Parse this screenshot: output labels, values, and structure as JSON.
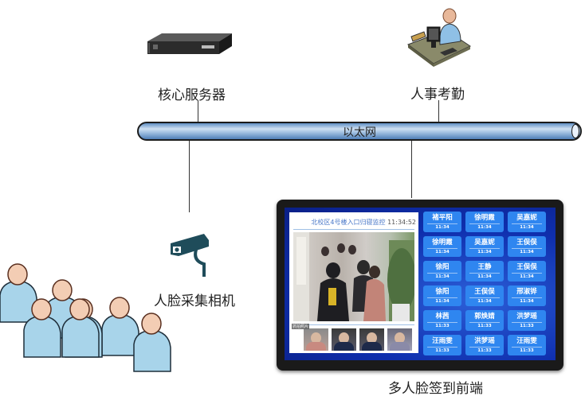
{
  "diagram": {
    "nodes": {
      "server": {
        "label": "核心服务器",
        "icon": "rack-server-icon"
      },
      "hr": {
        "label": "人事考勤",
        "icon": "office-worker-icon"
      },
      "camera": {
        "label": "人脸采集相机",
        "icon": "cctv-camera-icon"
      },
      "people": {
        "icon": "people-group-icon",
        "count": 7
      },
      "terminal": {
        "label": "多人脸签到前端",
        "icon": "display-terminal-icon"
      }
    },
    "bus": {
      "label": "以太网"
    },
    "connections": [
      {
        "from": "server",
        "to": "bus"
      },
      {
        "from": "hr",
        "to": "bus"
      },
      {
        "from": "camera",
        "to": "bus"
      },
      {
        "from": "terminal",
        "to": "bus"
      }
    ]
  },
  "screen": {
    "panel_title": "北校区4号楼入口归寝监控",
    "panel_time": "11:34:52",
    "thumb_overlay": "抓拍照片",
    "checkins": [
      {
        "name": "褚平阳",
        "time": "11:34"
      },
      {
        "name": "徐明霞",
        "time": "11:34"
      },
      {
        "name": "吴嘉妮",
        "time": "11:34"
      },
      {
        "name": "徐明霞",
        "time": "11:34"
      },
      {
        "name": "吴嘉妮",
        "time": "11:34"
      },
      {
        "name": "王俣俣",
        "time": "11:34"
      },
      {
        "name": "徐阳",
        "time": "11:34"
      },
      {
        "name": "王静",
        "time": "11:34"
      },
      {
        "name": "王俣俣",
        "time": "11:34"
      },
      {
        "name": "徐阳",
        "time": "11:34"
      },
      {
        "name": "王俣俣",
        "time": "11:34"
      },
      {
        "name": "邢淑铧",
        "time": "11:34"
      },
      {
        "name": "林茜",
        "time": "11:33"
      },
      {
        "name": "郭焕婧",
        "time": "11:33"
      },
      {
        "name": "洪梦瑶",
        "time": "11:33"
      },
      {
        "name": "汪雨雯",
        "time": "11:33"
      },
      {
        "name": "洪梦瑶",
        "time": "11:33"
      },
      {
        "name": "汪雨雯",
        "time": "11:33"
      }
    ]
  }
}
